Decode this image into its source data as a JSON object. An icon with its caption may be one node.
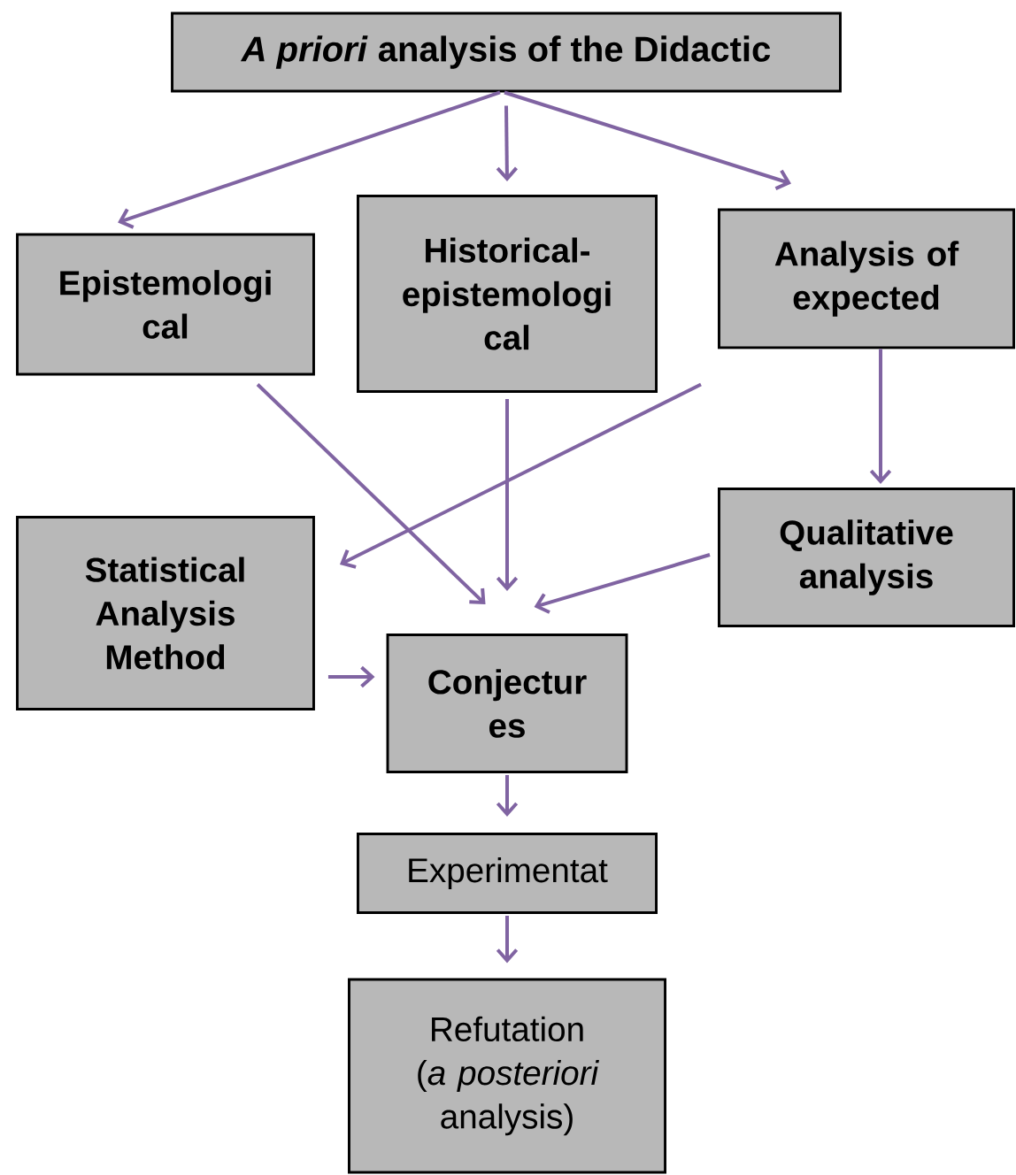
{
  "diagram": {
    "nodes": [
      {
        "text": [
          "*A priori* analysis of the Didactic"
        ]
      },
      {
        "text": [
          "Epistemologi cal"
        ]
      },
      {
        "text": [
          "Historical- epistemologi cal"
        ]
      },
      {
        "text": [
          "Analysis of expected"
        ]
      },
      {
        "text": [
          "Statistical Analysis Method"
        ]
      },
      {
        "text": [
          "Qualitative analysis"
        ]
      },
      {
        "text": [
          "Conjectur es"
        ]
      },
      {
        "text": [
          "Experimentat"
        ]
      },
      {
        "text": [
          "Refutation (*a posteriori* analysis)"
        ]
      }
    ],
    "edges": [
      {
        "from": 0,
        "to": 1,
        "arrow": "to"
      },
      {
        "from": 0,
        "to": 2,
        "arrow": "to"
      },
      {
        "from": 0,
        "to": 3,
        "arrow": "to"
      },
      {
        "from": 1,
        "to": 6,
        "arrow": "to"
      },
      {
        "from": 2,
        "to": 6,
        "arrow": "to"
      },
      {
        "from": 3,
        "to": 4,
        "arrow": "to"
      },
      {
        "from": 3,
        "to": 5,
        "arrow": "to"
      },
      {
        "from": 5,
        "to": 6,
        "arrow": "to"
      },
      {
        "from": 4,
        "to": 6,
        "arrow": "to"
      },
      {
        "from": 6,
        "to": 7,
        "arrow": "to"
      },
      {
        "from": 7,
        "to": 8,
        "arrow": "to"
      }
    ]
  }
}
